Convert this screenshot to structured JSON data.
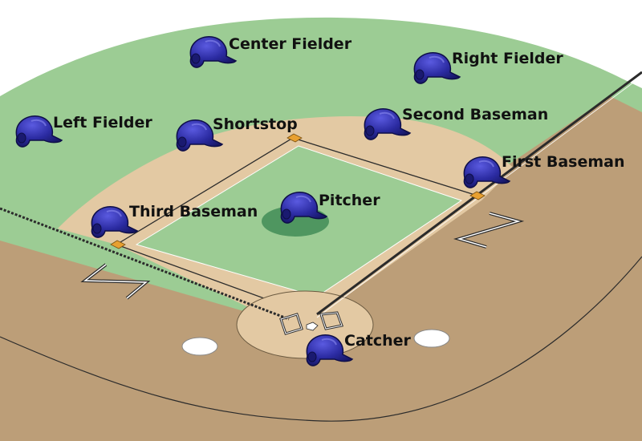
{
  "colors": {
    "sky": "#ffffff",
    "outfield_grass": "#9ccc94",
    "foul_dirt": "#bc9e78",
    "infield_dirt": "#e3c9a3",
    "infield_grass": "#9ccc94",
    "mound": "#4f9660",
    "base": "#e8a030",
    "helmet": "#2a2aa0",
    "helmet_dark": "#16166a",
    "chalk": "#ffffff",
    "line_dark": "#2b2b2b"
  },
  "icons": {
    "player": "batting-helmet-icon",
    "base": "base-bag-icon",
    "home": "home-plate-icon"
  },
  "positions": [
    {
      "id": "center-fielder",
      "label": "Center Fielder"
    },
    {
      "id": "right-fielder",
      "label": "Right Fielder"
    },
    {
      "id": "left-fielder",
      "label": "Left Fielder"
    },
    {
      "id": "shortstop",
      "label": "Shortstop"
    },
    {
      "id": "second-baseman",
      "label": "Second Baseman"
    },
    {
      "id": "first-baseman",
      "label": "First Baseman"
    },
    {
      "id": "third-baseman",
      "label": "Third Baseman"
    },
    {
      "id": "pitcher",
      "label": "Pitcher"
    },
    {
      "id": "catcher",
      "label": "Catcher"
    }
  ]
}
